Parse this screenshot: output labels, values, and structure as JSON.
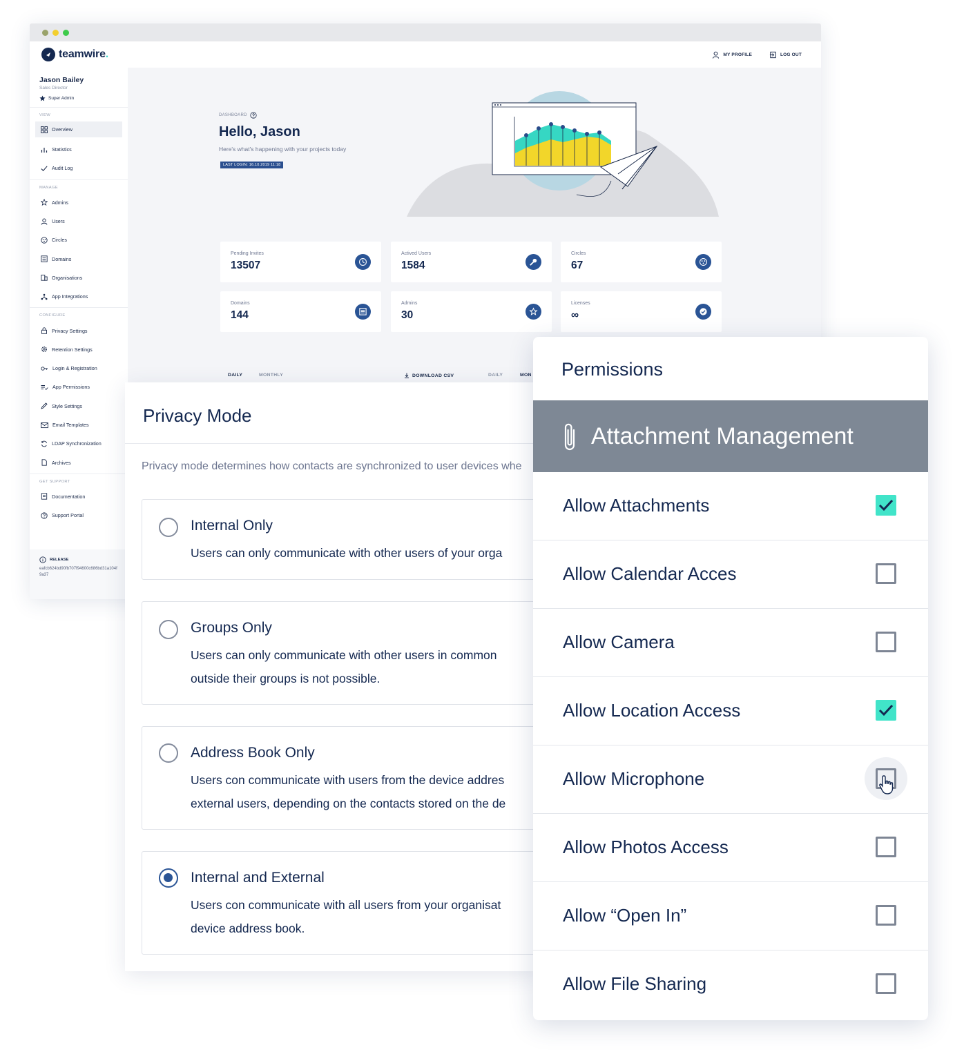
{
  "app": {
    "brand": "teamwire",
    "brand_suffix": ".",
    "nav": {
      "profile": "MY PROFILE",
      "logout": "LOG OUT"
    },
    "user": {
      "name": "Jason Bailey",
      "role": "Sales Director",
      "badge": "Super Admin"
    },
    "sidebar": {
      "sections": [
        "VIEW",
        "MANAGE",
        "CONFIGURE",
        "GET SUPPORT"
      ],
      "view": [
        "Overview",
        "Statistics",
        "Audit Log"
      ],
      "manage": [
        "Admins",
        "Users",
        "Circles",
        "Domains",
        "Organisations",
        "App Integrations"
      ],
      "configure": [
        "Privacy Settings",
        "Retention Settings",
        "Login & Registration",
        "App Permissions",
        "Style Settings",
        "Email Templates",
        "LDAP Synchronization",
        "Archives"
      ],
      "support": [
        "Documentation",
        "Support Portal"
      ]
    },
    "release": {
      "label": "RELEASE",
      "hash": "eafcb624bd90fb707f94600c686bd31a104f9a37"
    },
    "dashboard": {
      "crumb": "DASHBOARD",
      "greeting": "Hello, Jason",
      "subline": "Here's what's happening with your projects today",
      "last_login": "LAST LOGIN: 16.10.2019 11:18",
      "stats": [
        {
          "label": "Pending Invites",
          "value": "13507"
        },
        {
          "label": "Actived Users",
          "value": "1584"
        },
        {
          "label": "Circles",
          "value": "67"
        },
        {
          "label": "Domains",
          "value": "144"
        },
        {
          "label": "Admins",
          "value": "30"
        },
        {
          "label": "Licenses",
          "value": "∞"
        }
      ],
      "tabs": {
        "daily": "DAILY",
        "monthly": "MONTHLY",
        "download": "DOWNLOAD CSV",
        "daily2": "DAILY",
        "monthly2": "MON"
      }
    },
    "colors": {
      "accent": "#2a5495",
      "navy": "#142850",
      "teal": "#41e4c9",
      "band": "#7e8895"
    }
  },
  "privacy": {
    "title": "Privacy Mode",
    "description": "Privacy mode determines how contacts are synchronized to user devices whe",
    "options": [
      {
        "title": "Internal Only",
        "line1": "Users can only communicate with other users of your orga",
        "line2": "",
        "selected": false
      },
      {
        "title": "Groups Only",
        "line1": "Users can only communicate with other users in common",
        "line2": "outside their groups is not possible.",
        "selected": false
      },
      {
        "title": "Address Book Only",
        "line1": "Users con communicate with users from the device addres",
        "line2": "external users, depending on the contacts stored on the de",
        "selected": false
      },
      {
        "title": "Internal and External",
        "line1": "Users con communicate with all users from your organisat",
        "line2": "device address book.",
        "selected": true
      }
    ]
  },
  "permissions": {
    "title": "Permissions",
    "section": "Attachment Management",
    "items": [
      {
        "label": "Allow Attachments",
        "checked": true
      },
      {
        "label": "Allow Calendar Acces",
        "checked": false
      },
      {
        "label": "Allow Camera",
        "checked": false
      },
      {
        "label": "Allow Location Access",
        "checked": true
      },
      {
        "label": "Allow Microphone",
        "checked": false
      },
      {
        "label": "Allow Photos Access",
        "checked": false
      },
      {
        "label": "Allow “Open In”",
        "checked": false
      },
      {
        "label": "Allow File Sharing",
        "checked": false
      }
    ]
  }
}
